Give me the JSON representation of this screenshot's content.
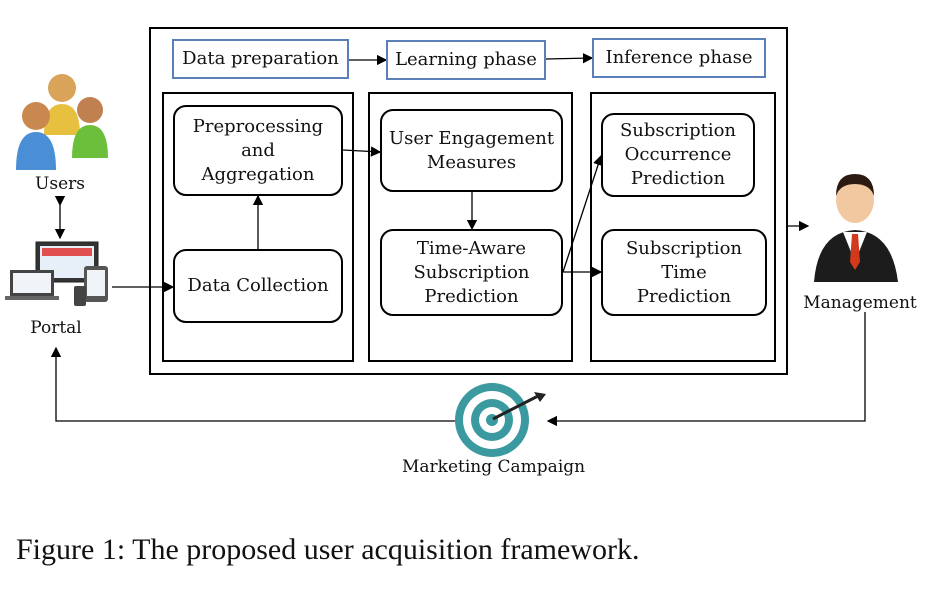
{
  "phases": {
    "data_preparation": "Data preparation",
    "learning": "Learning phase",
    "inference": "Inference phase"
  },
  "processes": {
    "preprocessing": "Preprocessing\nand\nAggregation",
    "data_collection": "Data Collection",
    "engagement": "User Engagement\nMeasures",
    "time_aware": "Time-Aware\nSubscription\nPrediction",
    "occurrence": "Subscription\nOccurrence\nPrediction",
    "time_prediction": "Subscription\nTime\nPrediction"
  },
  "actors": {
    "users": "Users",
    "portal": "Portal",
    "management": "Management",
    "marketing": "Marketing Campaign"
  },
  "caption": "Figure 1: The proposed user acquisition framework.",
  "icons": [
    "users-icon",
    "portal-devices-icon",
    "manager-icon",
    "target-icon"
  ],
  "colors": {
    "phase_border": "#5b7fb8",
    "target": "#3a9aa0"
  }
}
